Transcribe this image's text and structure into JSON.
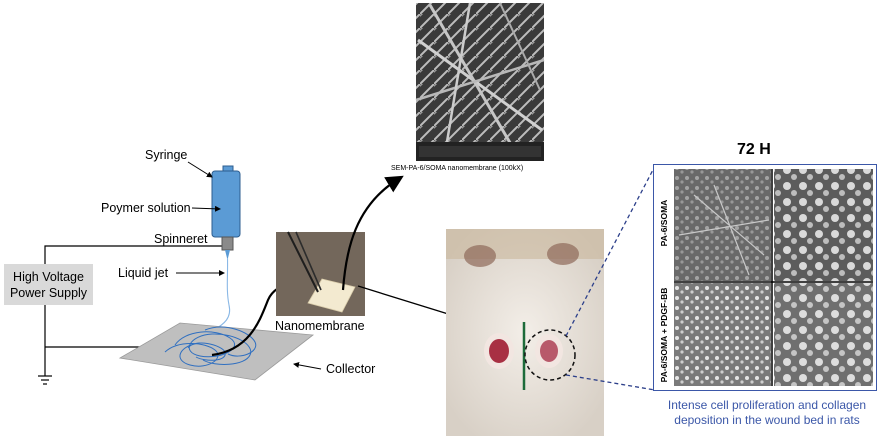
{
  "labels": {
    "syringe": "Syringe",
    "polymer_solution": "Poymer solution",
    "spinneret": "Spinneret",
    "liquid_jet": "Liquid jet",
    "high_voltage_line1": "High Voltage",
    "high_voltage_line2": "Power Supply",
    "nanomembrane": "Nanomembrane",
    "collector": "Collector",
    "sem_caption": "SEM-PA-6/SOMA nanomembrane (100kX)",
    "time_point": "72 H",
    "row1_label": "PA-6/SOMA",
    "row2_label": "PA-6/SOMA + PDGF-BB",
    "result_line1": "Intense cell proliferation and collagen",
    "result_line2": "deposition in the wound bed in rats"
  },
  "colors": {
    "syringe_blue": "#5b9bd5",
    "frame_blue": "#3b57a8",
    "power_box": "#d9d9d9",
    "collector_gray": "#bfbfbf",
    "fiber_blue": "#2f6fc0"
  }
}
